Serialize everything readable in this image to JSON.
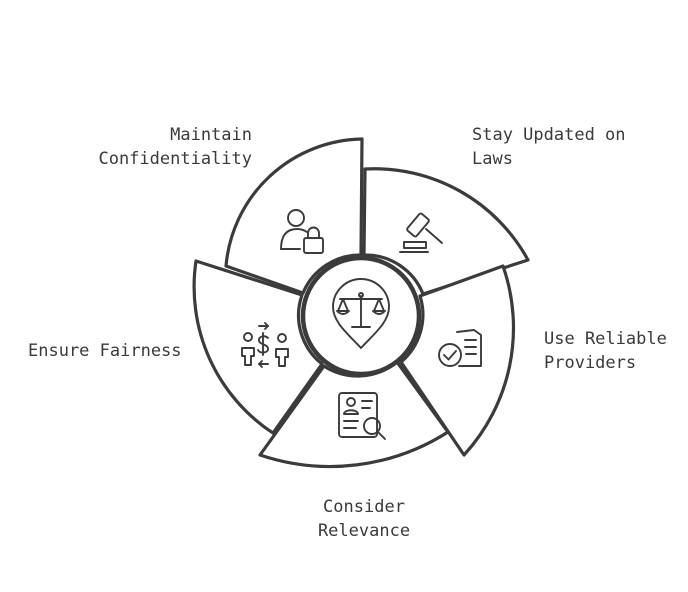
{
  "diagram": {
    "type": "cycle",
    "center": {
      "icon": "scales-of-justice-icon"
    },
    "segments": [
      {
        "icon": "gavel-icon",
        "label": [
          "Stay Updated on",
          "Laws"
        ]
      },
      {
        "icon": "checked-document-icon",
        "label": [
          "Use Reliable",
          "Providers"
        ]
      },
      {
        "icon": "candidate-profile-search-icon",
        "label": [
          "Consider",
          "Relevance"
        ]
      },
      {
        "icon": "people-money-exchange-icon",
        "label": [
          "Ensure Fairness"
        ]
      },
      {
        "icon": "user-lock-icon",
        "label": [
          "Maintain",
          "Confidentiality"
        ]
      }
    ],
    "stroke_color": "#3b3b3b",
    "text_color": "#3a3a3a",
    "background": "#ffffff"
  }
}
